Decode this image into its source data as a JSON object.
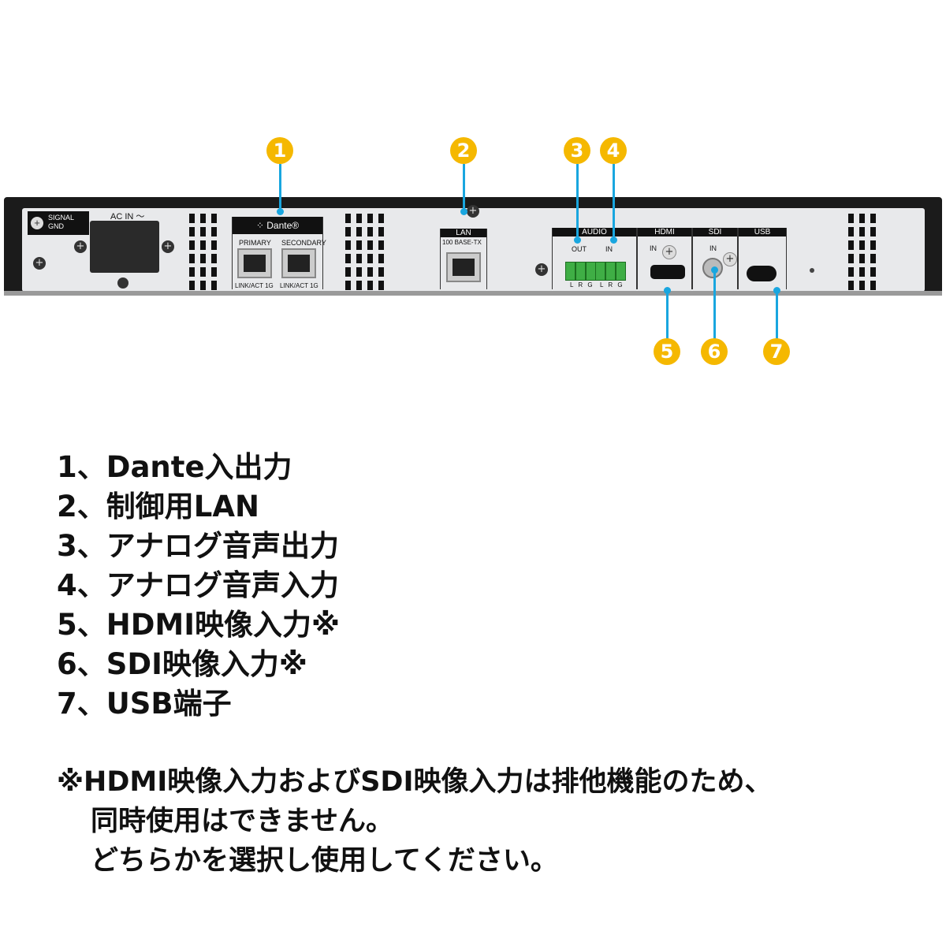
{
  "panel": {
    "signal_gnd": "SIGNAL GND",
    "ac_in": "AC IN ～",
    "dante": "⁘ Dante®",
    "primary": "PRIMARY",
    "secondary": "SECONDARY",
    "link_act": "LINK/ACT 1G",
    "lan": "LAN",
    "lan_spec": "100 BASE-TX",
    "audio": "AUDIO",
    "out": "OUT",
    "in": "IN",
    "lrg": "L R G",
    "hdmi": "HDMI",
    "sdi": "SDI",
    "usb": "USB"
  },
  "callouts": [
    "1",
    "2",
    "3",
    "4",
    "5",
    "6",
    "7"
  ],
  "items": [
    "1、Dante入出力",
    "2、制御用LAN",
    "3、アナログ音声出力",
    "4、アナログ音声入力",
    "5、HDMI映像入力※",
    "6、SDI映像入力※",
    "7、USB端子"
  ],
  "note": {
    "line1": "※HDMI映像入力およびSDI映像入力は排他機能のため、",
    "line2": "同時使用はできません。",
    "line3": "どちらかを選択し使用してください。"
  },
  "colors": {
    "callout": "#f5b800",
    "leader": "#19a6df"
  }
}
